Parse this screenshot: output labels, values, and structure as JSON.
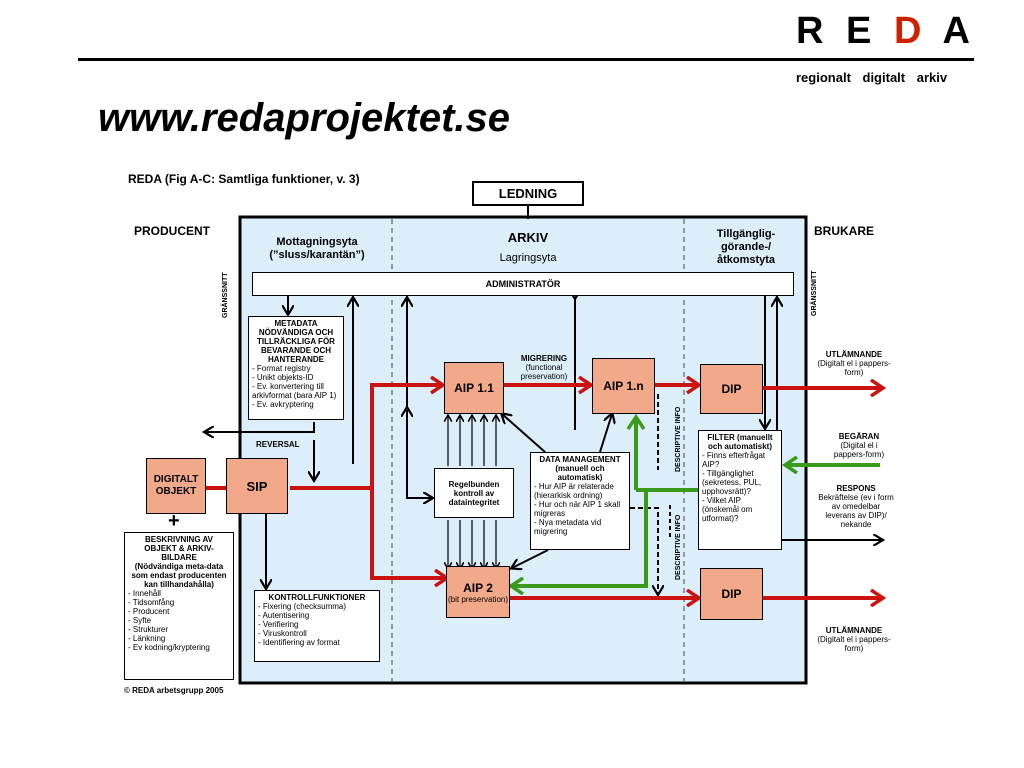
{
  "header": {
    "logo_r": "R",
    "logo_e": "E",
    "logo_d": "D",
    "logo_a": "A",
    "tagline": "regionalt digitalt arkiv",
    "url": "www.redaprojektet.se"
  },
  "colors": {
    "area": "#dbeefa",
    "box": "#f2a98a",
    "red": "#cc1111",
    "green": "#3a9a1a",
    "logo_accent": "#cc2200"
  },
  "diagram": {
    "title": "REDA (Fig A-C: Samtliga funktioner, v. 3)",
    "ledning": "LEDNING",
    "producent": "PRODUCENT",
    "brukare": "BRUKARE",
    "gransnitt": "GRÄNSSNITT",
    "mottagning_1": "Mottagningsyta",
    "mottagning_2": "(”sluss/karantän”)",
    "arkiv": "ARKIV",
    "lagringsyta": "Lagringsyta",
    "tillganglig_1": "Tillgänglig-",
    "tillganglig_2": "görande-/",
    "tillganglig_3": "åtkomstyta",
    "administrator": "ADMINISTRATÖR",
    "metadata_title": "METADATA NÖDVÄNDIGA OCH TILLRÄCKLIGA FÖR BEVARANDE OCH HANTERANDE",
    "metadata_list": "- Format registry\n- Unikt objekts-ID\n- Ev. konvertering till arkivformat (bara AIP 1)\n- Ev. avkryptering",
    "reversal": "REVERSAL",
    "digitalt_objekt": "DIGITALT OBJEKT",
    "plus": "+",
    "sip": "SIP",
    "beskrivning_title": "BESKRIVNING AV OBJEKT & ARKIV-BILDARE",
    "beskrivning_sub": "(Nödvändiga meta-data som endast producenten kan tillhandahålla)",
    "beskrivning_list": "- Innehåll\n- Tidsomfång\n- Producent\n- Syfte\n- Strukturer\n- Länkning\n- Ev kodning/kryptering",
    "kontroll_title": "KONTROLLFUNKTIONER",
    "kontroll_list": "- Fixering (checksumma)\n- Autentisering\n- Verifiering\n- Viruskontroll\n- Identifiering av format",
    "aip11": "AIP 1.1",
    "aip1n": "AIP 1.n",
    "migrering_title": "MIGRERING",
    "migrering_sub": "(functional preservation)",
    "regelbunden": "Regelbunden kontroll av dataintegritet",
    "dm_title": "DATA MANAGEMENT (manuell och automatisk)",
    "dm_list": "- Hur AIP är relaterade (hierarkisk ordning)\n- Hur och när AIP 1 skall migreras\n- Nya metadata vid migrering",
    "aip2": "AIP 2",
    "aip2_sub": "(bit preservation)",
    "descriptive_info": "DESCRIPTIVE INFO",
    "dip": "DIP",
    "filter_title": "FILTER (manuellt och automatiskt)",
    "filter_list": "- Finns efterfrågat AIP?\n- Tillgänglighet (sekretess, PUL, upphovsrätt)?\n- Vilket AIP (önskemål om utformat)?",
    "utlamnande": "UTLÄMNANDE",
    "utlamnande_sub": "(Digitalt el i pappers-form)",
    "begaran": "BEGÄRAN",
    "begaran_sub": "(Digital el i pappers-form)",
    "respons": "RESPONS",
    "respons_sub": "Bekräftelse (ev i form av omedelbar leverans av DIP)/ nekande",
    "copyright": "© REDA arbetsgrupp 2005"
  }
}
